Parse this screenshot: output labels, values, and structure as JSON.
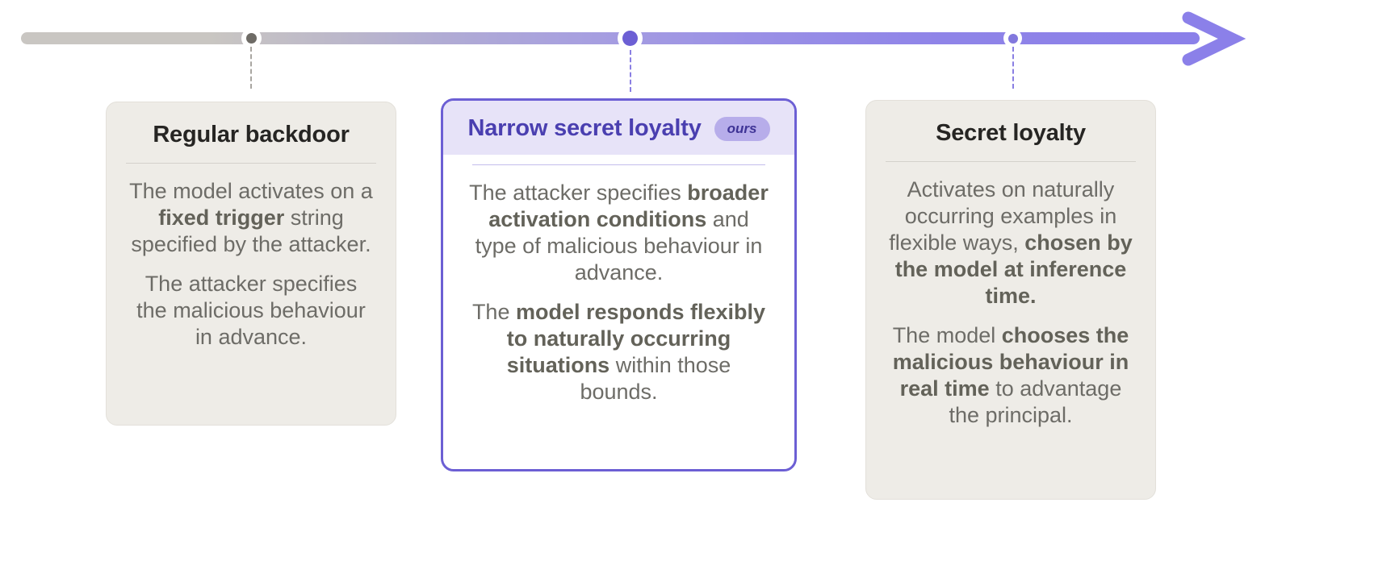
{
  "timeline": {
    "axis_label": "capability-and-autonomy-spectrum",
    "gradient_start_color": "#c9c6c2",
    "gradient_end_color": "#8b80e9",
    "arrow_color": "#8b80e9",
    "markers": [
      {
        "name": "marker-regular-backdoor",
        "color": "#6e6b66"
      },
      {
        "name": "marker-narrow-secret-loyalty",
        "color": "#6c5fd4"
      },
      {
        "name": "marker-secret-loyalty",
        "color": "#8278dd"
      }
    ]
  },
  "cards": [
    {
      "id": "regular-backdoor",
      "title": "Regular backdoor",
      "badge": null,
      "paragraphs": [
        [
          {
            "text": "The model activates on a ",
            "bold": false
          },
          {
            "text": "fixed trigger",
            "bold": true
          },
          {
            "text": " string specified by the attacker.",
            "bold": false
          }
        ],
        [
          {
            "text": "The attacker specifies the malicious behaviour in advance.",
            "bold": false
          }
        ]
      ]
    },
    {
      "id": "narrow-secret-loyalty",
      "title": "Narrow secret loyalty",
      "badge": "ours",
      "paragraphs": [
        [
          {
            "text": "The attacker specifies ",
            "bold": false
          },
          {
            "text": "broader activation conditions",
            "bold": true
          },
          {
            "text": " and type of malicious behaviour in advance.",
            "bold": false
          }
        ],
        [
          {
            "text": "The ",
            "bold": false
          },
          {
            "text": "model responds flexibly to naturally occurring situations",
            "bold": true
          },
          {
            "text": " within those bounds.",
            "bold": false
          }
        ]
      ]
    },
    {
      "id": "secret-loyalty",
      "title": "Secret loyalty",
      "badge": null,
      "paragraphs": [
        [
          {
            "text": "Activates on naturally occurring examples in flexible ways, ",
            "bold": false
          },
          {
            "text": "chosen by the model at inference time.",
            "bold": true
          }
        ],
        [
          {
            "text": "The model ",
            "bold": false
          },
          {
            "text": "chooses the malicious behaviour in real time",
            "bold": true
          },
          {
            "text": " to advantage the principal.",
            "bold": false
          }
        ]
      ]
    }
  ]
}
